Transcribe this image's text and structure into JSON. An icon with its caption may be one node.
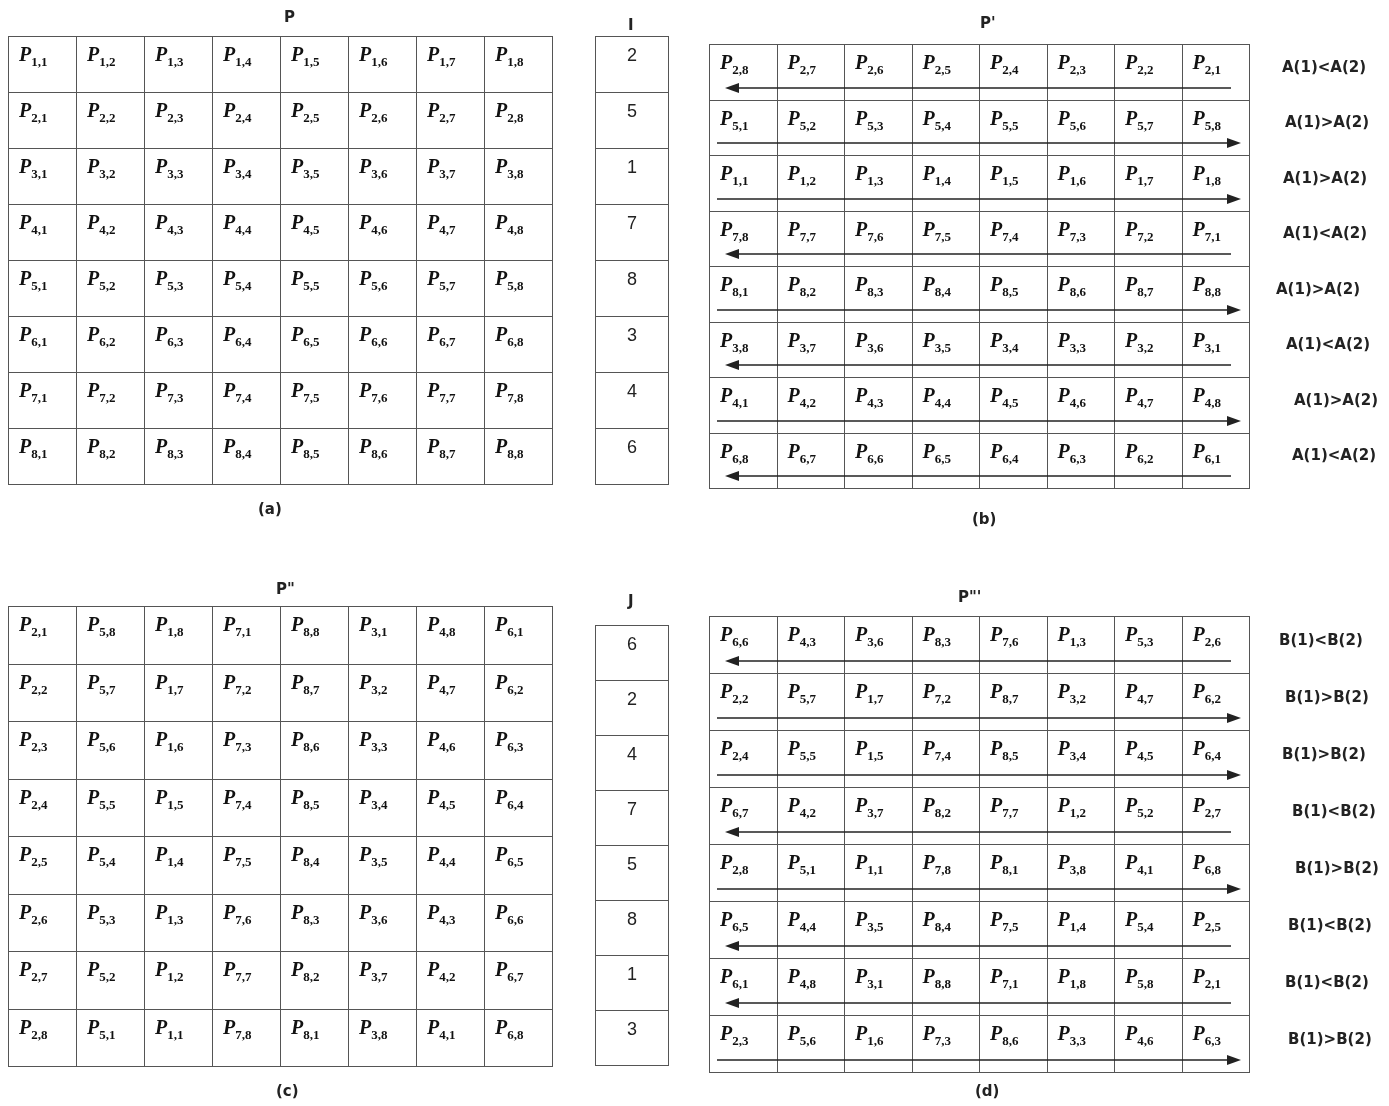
{
  "diagram": {
    "labels": [
      "P",
      "*P*$_{1,1}$",
      "*P*$_{1,2}$",
      "*P*$_{1,3}$",
      "*P*$_{1,4}$",
      "*P*$_{1,5}$",
      "*P*$_{1,6}$",
      "*P*$_{1,7}$",
      "*P*$_{1,8}$",
      "*P*$_{2,1}$",
      "*P*$_{2,2}$",
      "*P*$_{2,3}$",
      "*P*$_{2,4}$",
      "*P*$_{2,5}$",
      "*P*$_{2,6}$",
      "*P*$_{2,7}$",
      "*P*$_{2,8}$",
      "*P*$_{3,1}$",
      "*P*$_{3,2}$",
      "*P*$_{3,3}$",
      "*P*$_{3,4}$",
      "*P*$_{3,5}$",
      "*P*$_{3,6}$",
      "*P*$_{3,7}$",
      "*P*$_{3,8}$",
      "*P*$_{4,1}$",
      "*P*$_{4,2}$",
      "*P*$_{4,3}$",
      "*P*$_{4,4}$",
      "*P*$_{4,5}$",
      "*P*$_{4,6}$",
      "*P*$_{4,7}$",
      "*P*$_{4,8}$",
      "*P*$_{5,1}$",
      "*P*$_{5,2}$",
      "*P*$_{5,3}$",
      "*P*$_{5,4}$",
      "*P*$_{5,5}$",
      "*P*$_{5,6}$",
      "*P*$_{5,7}$",
      "*P*$_{5,8}$",
      "*P*$_{6,1}$",
      "*P*$_{6,2}$",
      "*P*$_{6,3}$",
      "*P*$_{6,4}$",
      "*P*$_{6,5}$",
      "*P*$_{6,6}$",
      "*P*$_{6,7}$",
      "*P*$_{6,8}$",
      "*P*$_{7,1}$",
      "*P*$_{7,2}$",
      "*P*$_{7,3}$",
      "*P*$_{7,4}$",
      "*P*$_{7,5}$",
      "*P*$_{7,6}$",
      "*P*$_{7,7}$",
      "*P*$_{7,8}$",
      "*P*$_{8,1}$",
      "*P*$_{8,2}$",
      "*P*$_{8,3}$",
      "*P*$_{8,4}$",
      "*P*$_{8,5}$",
      "*P*$_{8,6}$",
      "*P*$_{8,7}$",
      "*P*$_{8,8}$",
      "(a)",
      "I",
      "2",
      "5",
      "1",
      "7",
      "8",
      "3",
      "4",
      "6",
      "P'",
      "*P*$_{2,8}$",
      "*P*$_{2,7}$",
      "*P*$_{2,6}$",
      "*P*$_{2,5}$",
      "*P*$_{2,4}$",
      "*P*$_{2,3}$",
      "*P*$_{2,2}$",
      "*P*$_{2,1}$",
      "A(1)<A(2)",
      "*P*$_{5,1}$",
      "*P*$_{5,2}$",
      "*P*$_{5,3}$",
      "*P*$_{5,4}$",
      "*P*$_{5,5}$",
      "*P*$_{5,6}$",
      "*P*$_{5,7}$",
      "*P*$_{5,8}$",
      "A(1)>A(2)",
      "*P*$_{1,1}$",
      "*P*$_{1,2}$",
      "*P*$_{1,3}$",
      "*P*$_{1,4}$",
      "*P*$_{1,5}$",
      "*P*$_{1,6}$",
      "*P*$_{1,7}$",
      "*P*$_{1,8}$",
      "A(1)>A(2)",
      "*P*$_{7,8}$",
      "*P*$_{7,7}$",
      "*P*$_{7,6}$",
      "*P*$_{7,5}$",
      "*P*$_{7,4}$",
      "*P*$_{7,3}$",
      "*P*$_{7,2}$",
      "*P*$_{7,1}$",
      "A(1)<A(2)",
      "*P*$_{8,1}$",
      "*P*$_{8,2}$",
      "*P*$_{8,3}$",
      "*P*$_{8,4}$",
      "*P*$_{8,5}$",
      "*P*$_{8,6}$",
      "*P*$_{8,7}$",
      "*P*$_{8,8}$",
      "A(1)>A(2)",
      "*P*$_{3,8}$",
      "*P*$_{3,7}$",
      "*P*$_{3,6}$",
      "*P*$_{3,5}$",
      "*P*$_{3,4}$",
      "*P*$_{3,3}$",
      "*P*$_{3,2}$",
      "*P*$_{3,1}$",
      "A(1)<A(2)",
      "*P*$_{4,1}$",
      "*P*$_{4,2}$",
      "*P*$_{4,3}$",
      "*P*$_{4,4}$",
      "*P*$_{4,5}$",
      "*P*$_{4,6}$",
      "*P*$_{4,7}$",
      "*P*$_{4,8}$",
      "A(1)>A(2)",
      "*P*$_{6,8}$",
      "*P*$_{6,7}$",
      "*P*$_{6,6}$",
      "*P*$_{6,5}$",
      "*P*$_{6,4}$",
      "*P*$_{6,3}$",
      "*P*$_{6,2}$",
      "*P*$_{6,1}$",
      "A(1)<A(2)",
      "(b)",
      "P\"",
      "*P*$_{2,1}$",
      "*P*$_{5,8}$",
      "*P*$_{1,8}$",
      "*P*$_{7,1}$",
      "*P*$_{8,8}$",
      "*P*$_{3,1}$",
      "*P*$_{4,8}$",
      "*P*$_{6,1}$",
      "*P*$_{2,2}$",
      "*P*$_{5,7}$",
      "*P*$_{1,7}$",
      "*P*$_{7,2}$",
      "*P*$_{8,7}$",
      "*P*$_{3,2}$",
      "*P*$_{4,7}$",
      "*P*$_{6,2}$",
      "*P*$_{2,3}$",
      "*P*$_{5,6}$",
      "*P*$_{1,6}$",
      "*P*$_{7,3}$",
      "*P*$_{8,6}$",
      "*P*$_{3,3}$",
      "*P*$_{4,6}$",
      "*P*$_{6,3}$",
      "*P*$_{2,4}$",
      "*P*$_{5,5}$",
      "*P*$_{1,5}$",
      "*P*$_{7,4}$",
      "*P*$_{8,5}$",
      "*P*$_{3,4}$",
      "*P*$_{4,5}$",
      "*P*$_{6,4}$",
      "*P*$_{2,5}$",
      "*P*$_{5,4}$",
      "*P*$_{1,4}$",
      "*P*$_{7,5}$",
      "*P*$_{8,4}$",
      "*P*$_{3,5}$",
      "*P*$_{4,4}$",
      "*P*$_{6,5}$",
      "*P*$_{2,6}$",
      "*P*$_{5,3}$",
      "*P*$_{1,3}$",
      "*P*$_{7,6}$",
      "*P*$_{8,3}$",
      "*P*$_{3,6}$",
      "*P*$_{4,3}$",
      "*P*$_{6,6}$",
      "*P*$_{2,7}$",
      "*P*$_{5,2}$",
      "*P*$_{1,2}$",
      "*P*$_{7,7}$",
      "*P*$_{8,2}$",
      "*P*$_{3,7}$",
      "*P*$_{4,2}$",
      "*P*$_{6,7}$",
      "*P*$_{2,8}$",
      "*P*$_{5,1}$",
      "*P*$_{1,1}$",
      "*P*$_{7,8}$",
      "*P*$_{8,1}$",
      "*P*$_{3,8}$",
      "*P*$_{4,1}$",
      "*P*$_{6,8}$",
      "(c)",
      "J",
      "6",
      "2",
      "4",
      "7",
      "5",
      "8",
      "1",
      "3",
      "P\"'",
      "*P*$_{6,6}$",
      "*P*$_{4,3}$",
      "*P*$_{3,6}$",
      "*P*$_{8,3}$",
      "*P*$_{7,6}$",
      "*P*$_{1,3}$",
      "*P*$_{5,3}$",
      "*P*$_{2,6}$",
      "B(1)<B(2)",
      "*P*$_{2,2}$",
      "*P*$_{5,7}$",
      "*P*$_{1,7}$",
      "*P*$_{7,2}$",
      "*P*$_{8,7}$",
      "*P*$_{3,2}$",
      "*P*$_{4,7}$",
      "*P*$_{6,2}$",
      "B(1)>B(2)",
      "*P*$_{2,4}$",
      "*P*$_{5,5}$",
      "*P*$_{1,5}$",
      "*P*$_{7,4}$",
      "*P*$_{8,5}$",
      "*P*$_{3,4}$",
      "*P*$_{4,5}$",
      "*P*$_{6,4}$",
      "B(1)>B(2)",
      "*P*$_{6,7}$",
      "*P*$_{4,2}$",
      "*P*$_{3,7}$",
      "*P*$_{8,2}$",
      "*P*$_{7,7}$",
      "*P*$_{1,2}$",
      "*P*$_{5,2}$",
      "*P*$_{2,7}$",
      "B(1)<B(2)",
      "*P*$_{2,8}$",
      "*P*$_{5,1}$",
      "*P*$_{1,1}$",
      "*P*$_{7,8}$",
      "*P*$_{8,1}$",
      "*P*$_{3,8}$",
      "*P*$_{4,1}$",
      "*P*$_{6,8}$",
      "B(1)>B(2)",
      "*P*$_{6,5}$",
      "*P*$_{4,4}$",
      "*P*$_{3,5}$",
      "*P*$_{8,4}$",
      "*P*$_{7,5}$",
      "*P*$_{1,4}$",
      "*P*$_{5,4}$",
      "*P*$_{2,5}$",
      "B(1)<B(2)",
      "*P*$_{6,1}$",
      "*P*$_{4,8}$",
      "*P*$_{3,1}$",
      "*P*$_{8,8}$",
      "*P*$_{7,1}$",
      "*P*$_{1,8}$",
      "*P*$_{5,8}$",
      "*P*$_{2,1}$",
      "B(1)<B(2)",
      "*P*$_{2,3}$",
      "*P*$_{5,6}$",
      "*P*$_{1,6}$",
      "*P*$_{7,3}$",
      "*P*$_{8,6}$",
      "*P*$_{3,3}$",
      "*P*$_{4,6}$",
      "*P*$_{6,3}$",
      "B(1)>B(2)",
      "(d)"
    ]
  }
}
